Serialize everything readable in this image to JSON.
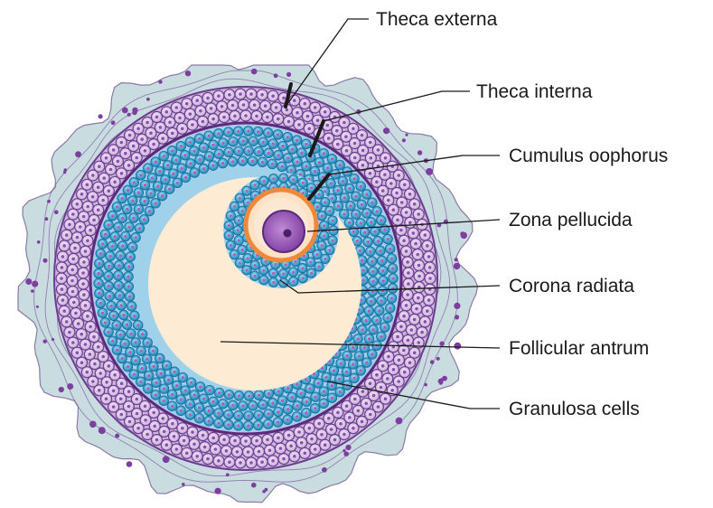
{
  "labels": {
    "theca_externa": "Theca externa",
    "theca_interna": "Theca interna",
    "cumulus_oophorus": "Cumulus oophorus",
    "zona_pellucida": "Zona pellucida",
    "corona_radiata": "Corona radiata",
    "follicular_antrum": "Follicular antrum",
    "granulosa_cells": "Granulosa cells"
  },
  "colors": {
    "theca_externa_fill": "#c9dde0",
    "theca_interna_cell": "#d9c6e4",
    "theca_cell_outline": "#6b3d8f",
    "granulosa_cell": "#4aaad6",
    "granulosa_outline": "#1f6f9c",
    "antrum_fill": "#fdebd3",
    "zona_pellucida_fill": "#f0883a",
    "oocyte_fill": "#9b55b8",
    "nucleus_fill": "#5b2a7e",
    "label_text": "#1a1a1a"
  }
}
